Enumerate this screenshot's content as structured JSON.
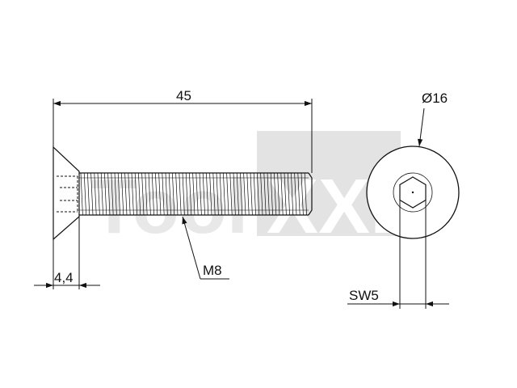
{
  "dimensions": {
    "length": "45",
    "head_diameter": "Ø16",
    "head_height": "4,4",
    "thread": "M8",
    "hex_socket": "SW5"
  },
  "watermark": {
    "left_text": "Tool",
    "right_text": "XXL",
    "left_color": "#e6e6e6",
    "right_box_color": "#e3e3e3"
  },
  "colors": {
    "line": "#111111",
    "background": "#ffffff"
  }
}
